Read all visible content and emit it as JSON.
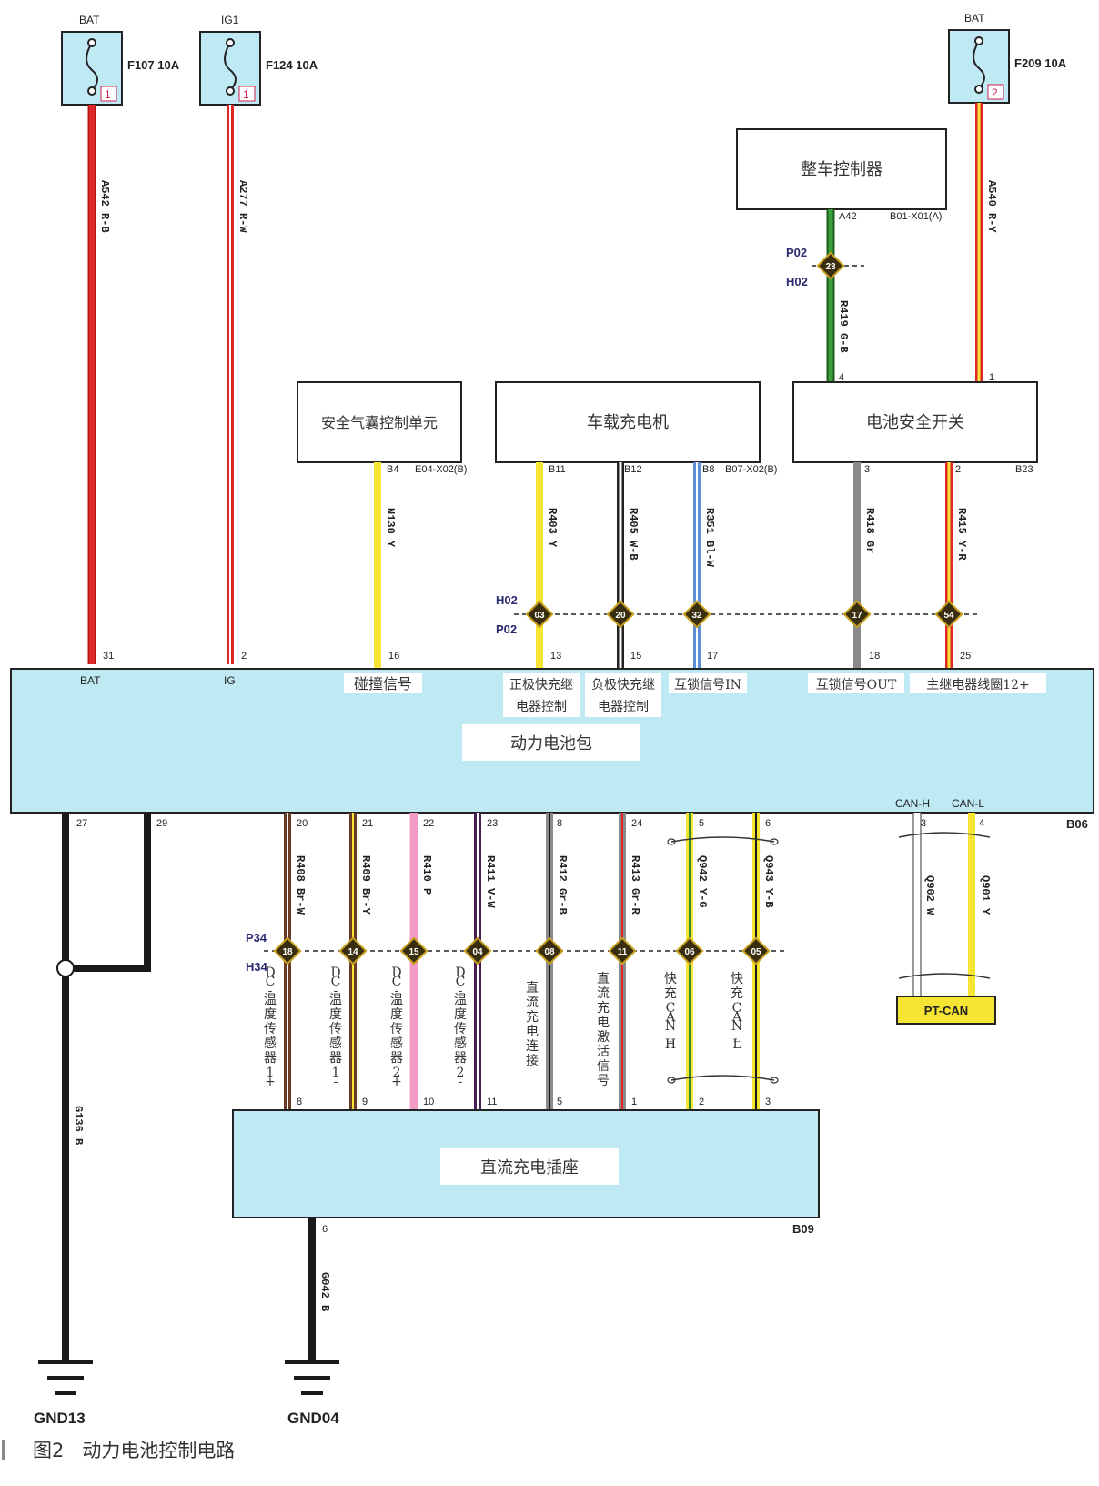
{
  "fuses": [
    {
      "source": "BAT",
      "name": "F107 10A",
      "num": "1",
      "wire": "A542 R-B",
      "pin": "31",
      "pack_label": "BAT"
    },
    {
      "source": "IG1",
      "name": "F124 10A",
      "num": "1",
      "wire": "A277 R-W",
      "pin": "2",
      "pack_label": "IG"
    },
    {
      "source": "BAT",
      "name": "F209 10A",
      "num": "2",
      "wire": "A540 R-Y"
    }
  ],
  "vcu": {
    "title": "整车控制器",
    "pin": "A42",
    "connector": "B01-X01(A)",
    "conn_upper": "P02",
    "conn_lower": "H02",
    "conn_num": "23",
    "wire": "R419 G-B"
  },
  "airbag": {
    "title": "安全气囊控制单元",
    "pin": "B4",
    "connector": "E04-X02(B)",
    "wire": "N130 Y",
    "pack_pin": "16",
    "signal": "碰撞信号"
  },
  "charger": {
    "title": "车载充电机",
    "connector": "B07-X02(B)",
    "wires": [
      {
        "pin": "B11",
        "wire": "R403 Y",
        "conn": "03",
        "pack_pin": "13",
        "signal_l1": "正极快充继",
        "signal_l2": "电器控制"
      },
      {
        "pin": "B12",
        "wire": "R405 W-B",
        "conn": "20",
        "pack_pin": "15",
        "signal_l1": "负极快充继",
        "signal_l2": "电器控制"
      },
      {
        "pin": "B8",
        "wire": "R351 Bl-W",
        "conn": "32",
        "pack_pin": "17",
        "signal_l1": "互锁信号IN",
        "signal_l2": ""
      }
    ]
  },
  "safety_switch": {
    "title": "电池安全开关",
    "connector": "B23",
    "top_pin_vcu": "4",
    "top_pin_fuse": "1",
    "wires": [
      {
        "pin": "3",
        "wire": "R418 Gr",
        "conn": "17",
        "pack_pin": "18",
        "signal": "互锁信号OUT"
      },
      {
        "pin": "2",
        "wire": "R415 Y-R",
        "conn": "54",
        "pack_pin": "25",
        "signal": "主继电器线圈12+"
      }
    ]
  },
  "mid_connector": {
    "upper": "H02",
    "lower": "P02"
  },
  "battery_pack": {
    "title": "动力电池包",
    "connector": "B06",
    "can_h": "CAN-H",
    "can_l": "CAN-L"
  },
  "ground_pins": {
    "a": "27",
    "b": "29",
    "wire": "G136 B",
    "gnd": "GND13"
  },
  "lower_wires": [
    {
      "pack_pin": "20",
      "wire": "R408 Br-W",
      "conn": "18",
      "socket_pin": "8",
      "signal": "DC-温度传感器1+"
    },
    {
      "pack_pin": "21",
      "wire": "R409 Br-Y",
      "conn": "14",
      "socket_pin": "9",
      "signal": "DC-温度传感器1-"
    },
    {
      "pack_pin": "22",
      "wire": "R410 P",
      "conn": "15",
      "socket_pin": "10",
      "signal": "DC-温度传感器2+"
    },
    {
      "pack_pin": "23",
      "wire": "R411 V-W",
      "conn": "04",
      "socket_pin": "11",
      "signal": "DC-温度传感器2-"
    },
    {
      "pack_pin": "8",
      "wire": "R412 Gr-B",
      "conn": "08",
      "socket_pin": "5",
      "signal": "直流充电连接"
    },
    {
      "pack_pin": "24",
      "wire": "R413 Gr-R",
      "conn": "11",
      "socket_pin": "1",
      "signal": "直流充电激活信号"
    },
    {
      "pack_pin": "5",
      "wire": "Q942 Y-G",
      "conn": "06",
      "socket_pin": "2",
      "signal": "快充CAN_H"
    },
    {
      "pack_pin": "6",
      "wire": "Q943 Y-B",
      "conn": "05",
      "socket_pin": "3",
      "signal": "快充CAN_L"
    }
  ],
  "lower_connector": {
    "upper": "P34",
    "lower": "H34"
  },
  "ptcan": {
    "pin_h": "3",
    "pin_l": "4",
    "wire_h": "Q902 W",
    "wire_l": "Q901 Y",
    "label": "PT-CAN"
  },
  "dc_socket": {
    "title": "直流充电插座",
    "connector": "B09",
    "gnd_pin": "6",
    "gnd_wire": "G042 B",
    "gnd": "GND04"
  },
  "caption": "图2   动力电池控制电路",
  "colors": {
    "box_fill": "#bfe9f3",
    "red": "#e02828",
    "yellow": "#f7e534",
    "green": "#2e8b2e",
    "gray": "#8a8a8a",
    "blue": "#5b8fd6",
    "pink": "#f39ac4",
    "brown": "#6b3b2a"
  }
}
